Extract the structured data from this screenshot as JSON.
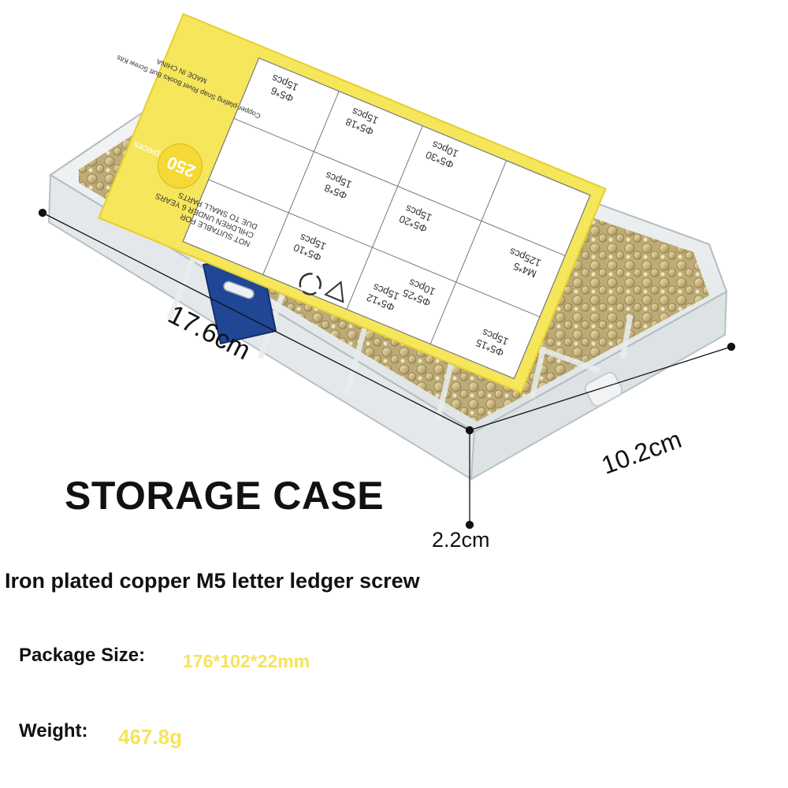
{
  "dimensions": {
    "length": "17.6cm",
    "width": "10.2cm",
    "height": "2.2cm"
  },
  "headline": "STORAGE CASE",
  "subtitle": "Iron plated copper M5 letter ledger screw",
  "package": {
    "label": "Package Size:",
    "value": "176*102*22mm"
  },
  "weight": {
    "label": "Weight:",
    "value": "467.8g"
  },
  "case_label": {
    "count": "250",
    "count_suffix": "pieces",
    "kit_name": "Copper-plating Snap Rivet Books Butt Screw Kits",
    "made_in": "MADE IN CHINA",
    "warning": [
      "NOT SUITABLE FOR",
      "CHILDREN UNDER 6 YEARS",
      "DUE TO SMALL PARTS"
    ],
    "cells": [
      {
        "size": "Φ5*30",
        "qty": "10pcs"
      },
      {
        "size": "Φ5*18",
        "qty": "15pcs"
      },
      {
        "size": "Φ5*6",
        "qty": "15pcs"
      },
      {
        "size": "Φ5*20",
        "qty": "15pcs"
      },
      {
        "size": "Φ5*8",
        "qty": "15pcs"
      },
      {
        "size": "M4*5",
        "qty": "125pcs"
      },
      {
        "size": "Φ5*10",
        "qty": "15pcs"
      },
      {
        "size": "Φ5*25",
        "qty": "10pcs"
      },
      {
        "size": "Φ5*12",
        "qty": "15pcs"
      },
      {
        "size": "Φ5*15",
        "qty": "15pcs"
      }
    ]
  },
  "colors": {
    "accent_yellow": "#f6e35a",
    "latch_blue": "#1f4796",
    "brass": "#d9c68c"
  }
}
